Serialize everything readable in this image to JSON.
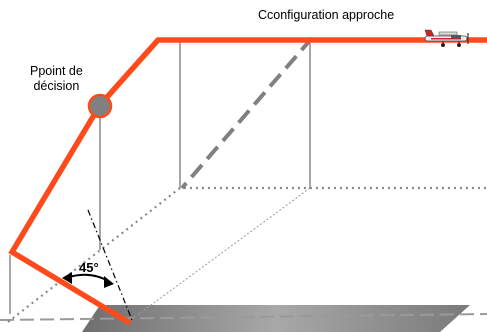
{
  "labels": {
    "approach_config": "Cconfiguration approche",
    "decision_point_line1": "Ppoint  de",
    "decision_point_line2": "décision",
    "angle": "45°"
  },
  "colors": {
    "flight_path": "#ff4a1c",
    "decision_point_fill": "#808080",
    "decision_point_stroke": "#ff4a1c",
    "runway": "#8c8c8c",
    "guide_lines": "#8a8a8a",
    "dotted_lines": "#888888"
  },
  "icons": {
    "aircraft": "aircraft-icon"
  }
}
